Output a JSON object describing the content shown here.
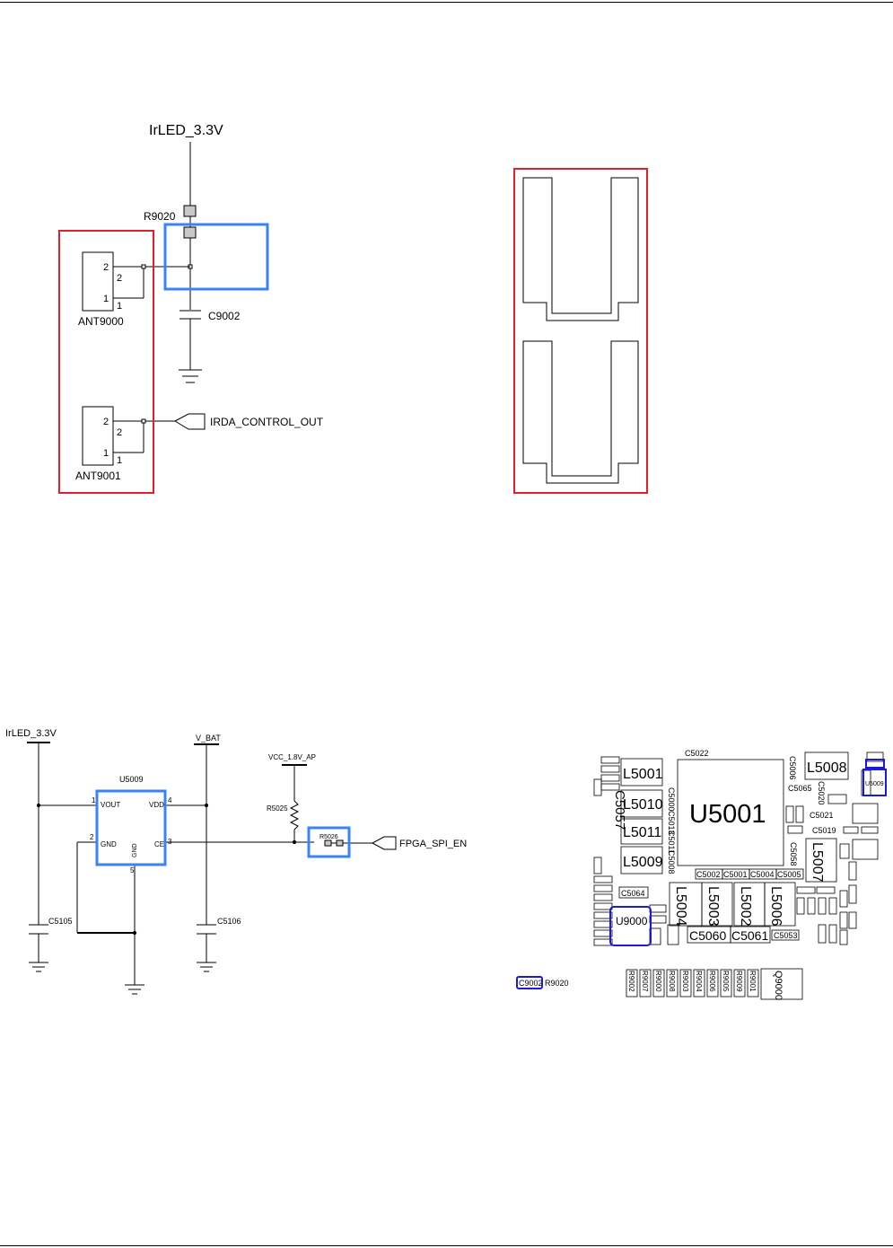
{
  "colors": {
    "highlight_red": "#e0202a",
    "highlight_blue_light": "#3b82f6",
    "highlight_blue_dark": "#1a1ad9",
    "line": "#000000",
    "component_fill": "#c8c8c8"
  },
  "schematic1": {
    "power_net": "IrLED_3.3V",
    "resistor": "R9020",
    "capacitor": "C9002",
    "antenna_a": "ANT9000",
    "antenna_b": "ANT9001",
    "pin_2": "2",
    "pin_1": "1",
    "signal": "IRDA_CONTROL_OUT"
  },
  "schematic2": {
    "power_net": "IrLED_3.3V",
    "vbat": "V_BAT",
    "vcc": "VCC_1.8V_AP",
    "ic": "U5009",
    "pin_vout": "VOUT",
    "pin_vdd": "VDD",
    "pin_gnd": "GND",
    "pin_gnd2": "GND",
    "pin_ce": "CE",
    "pin1": "1",
    "pin2": "2",
    "pin3": "3",
    "pin4": "4",
    "pin5": "5",
    "resistor_pullup": "R5025",
    "resistor_series": "R5026",
    "cap_a": "C5105",
    "cap_b": "C5106",
    "signal": "FPGA_SPI_EN"
  },
  "pcb_layout": {
    "labels": {
      "U5001": "U5001",
      "L5001": "L5001",
      "L5010": "L5010",
      "L5011": "L5011",
      "L5009": "L5009",
      "L5008": "L5008",
      "L5007": "L5007",
      "L5004": "L5004",
      "L5003": "L5003",
      "L5002": "L5002",
      "L5006": "L5006",
      "C5057": "C5057",
      "U9000": "U9000",
      "C5060": "C5060",
      "C5061": "C5061",
      "C5053": "C5053",
      "C5022": "C5022",
      "C5064": "C5064",
      "C5002": "C5002",
      "C5001": "C5001",
      "C5004": "C5004",
      "C5005": "C5005",
      "C5065": "C5065",
      "C5021": "C5021",
      "C5019": "C5019",
      "C5000": "C5000",
      "C5013": "C5013",
      "C5011": "C5011",
      "C5008": "C5008",
      "C5006": "C5006",
      "C5020": "C5020",
      "C5058": "C5058",
      "U5009": "U5009",
      "C9002": "C9002",
      "R9020": "R9020",
      "Q9000": "Q9000",
      "R9002": "R9002",
      "R9007": "R9007",
      "R9000": "R9000",
      "R9008": "R9008",
      "R9003": "R9003",
      "R9004": "R9004",
      "R9006": "R9006",
      "R9005": "R9005",
      "R9009": "R9009",
      "R9001": "R9001"
    }
  }
}
